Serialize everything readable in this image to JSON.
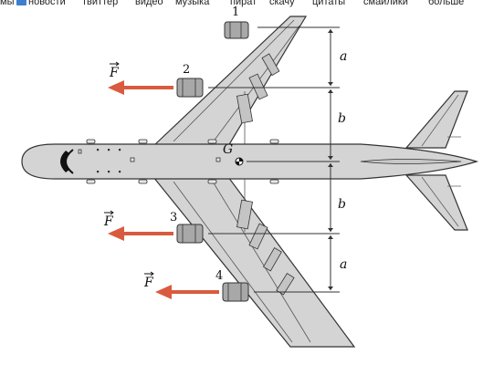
{
  "top_nav": {
    "items": [
      "мы",
      "новости",
      "твиттер",
      "видео",
      "музыка",
      "пират",
      "скачу",
      "цитаты",
      "смайлики",
      "больше"
    ]
  },
  "diagram": {
    "engine_labels": [
      "1",
      "2",
      "3",
      "4"
    ],
    "force_symbol": "F",
    "center_of_gravity_label": "G",
    "dimension_labels": [
      "a",
      "b",
      "b",
      "a"
    ],
    "colors": {
      "body": "#d4d4d4",
      "stroke": "#333333",
      "arrow": "#d95b3f",
      "engine": "#a8a8a8"
    }
  }
}
